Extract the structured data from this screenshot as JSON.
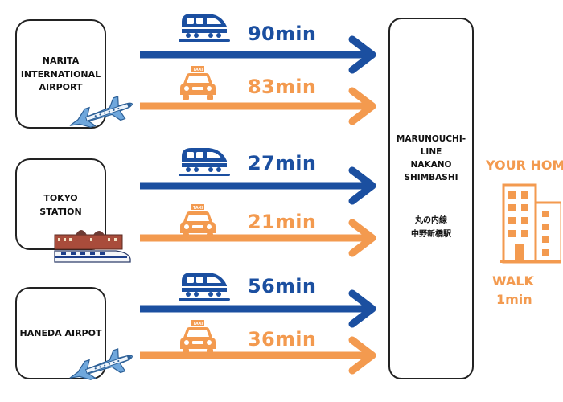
{
  "colors": {
    "train": "#1b4fa0",
    "taxi": "#f39a4f",
    "home": "#f39a4f",
    "outline": "#222222"
  },
  "origins": [
    {
      "label": "NARITA\nINTERNATIONAL\nAIRPORT",
      "icon": "airplane-icon"
    },
    {
      "label": "TOKYO\nSTATION",
      "icon": "tokyo-station-shinkansen-icon"
    },
    {
      "label": "HANEDA AIRPOT",
      "icon": "airplane-icon"
    }
  ],
  "routes": [
    {
      "mode": "train",
      "time": "90min"
    },
    {
      "mode": "taxi",
      "taxi_sign": "TAXI",
      "time": "83min"
    },
    {
      "mode": "train",
      "time": "27min"
    },
    {
      "mode": "taxi",
      "taxi_sign": "TAXI",
      "time": "21min"
    },
    {
      "mode": "train",
      "time": "56min"
    },
    {
      "mode": "taxi",
      "taxi_sign": "TAXI",
      "time": "36min"
    }
  ],
  "destination": {
    "name_en": "MARUNOUCHI-\nLINE\nNAKANO\nSHIMBASHI",
    "name_jp": "丸の内線\n中野新橋駅"
  },
  "home": {
    "title": "YOUR HOME",
    "walk_label": "WALK",
    "walk_time": "1min",
    "icon": "apartment-building-icon"
  }
}
